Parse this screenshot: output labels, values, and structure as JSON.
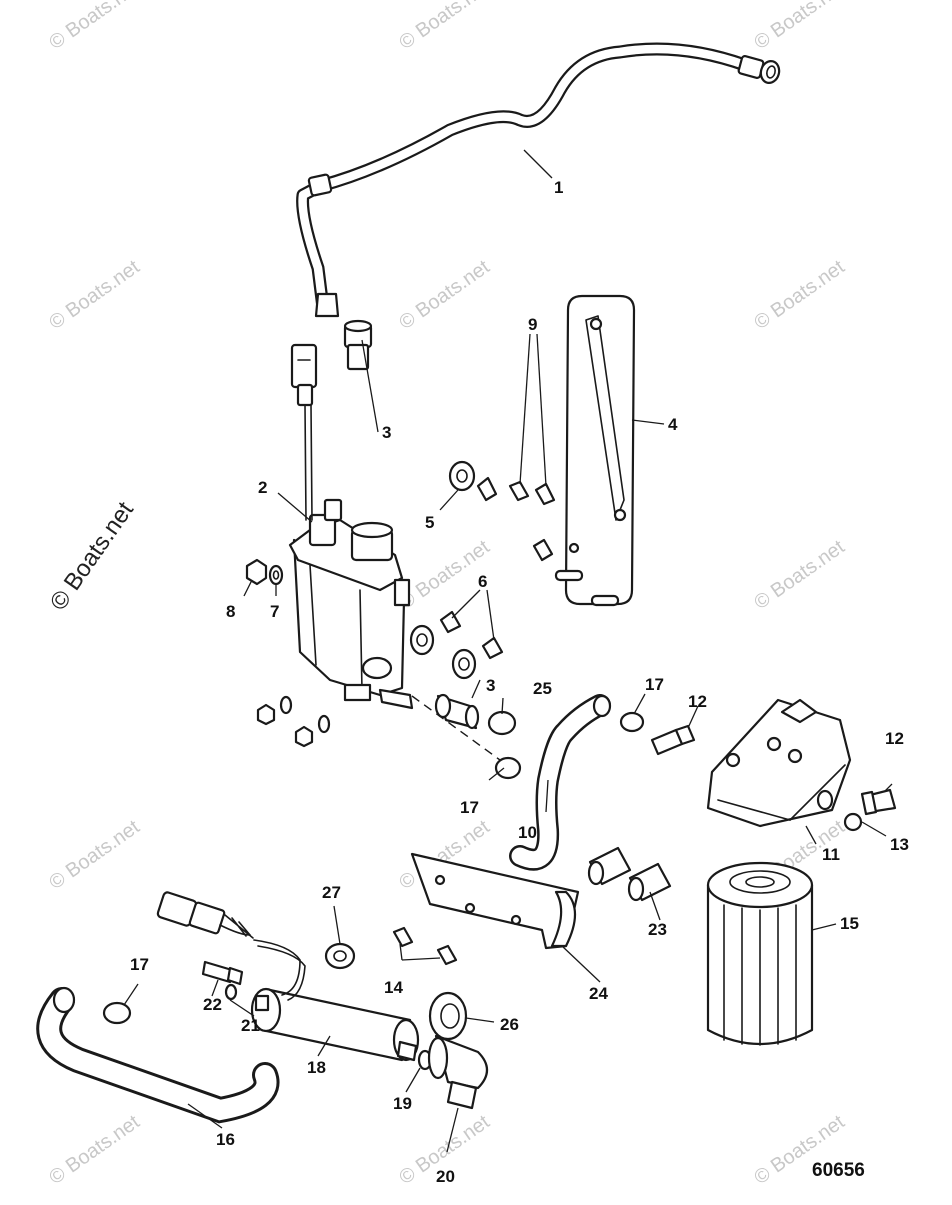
{
  "watermark": {
    "repeat_text": "© Boats.net",
    "side_text": "© Boats.net"
  },
  "document_number": "60656",
  "callouts": {
    "c1": "1",
    "c2": "2",
    "c3a": "3",
    "c3b": "3",
    "c4": "4",
    "c5": "5",
    "c6": "6",
    "c7": "7",
    "c8": "8",
    "c9": "9",
    "c10": "10",
    "c11": "11",
    "c12a": "12",
    "c12b": "12",
    "c13": "13",
    "c14": "14",
    "c15": "15",
    "c16": "16",
    "c17a": "17",
    "c17b": "17",
    "c17c": "17",
    "c18": "18",
    "c19": "19",
    "c20": "20",
    "c21": "21",
    "c22": "22",
    "c23": "23",
    "c24": "24",
    "c25": "25",
    "c26": "26",
    "c27": "27"
  }
}
